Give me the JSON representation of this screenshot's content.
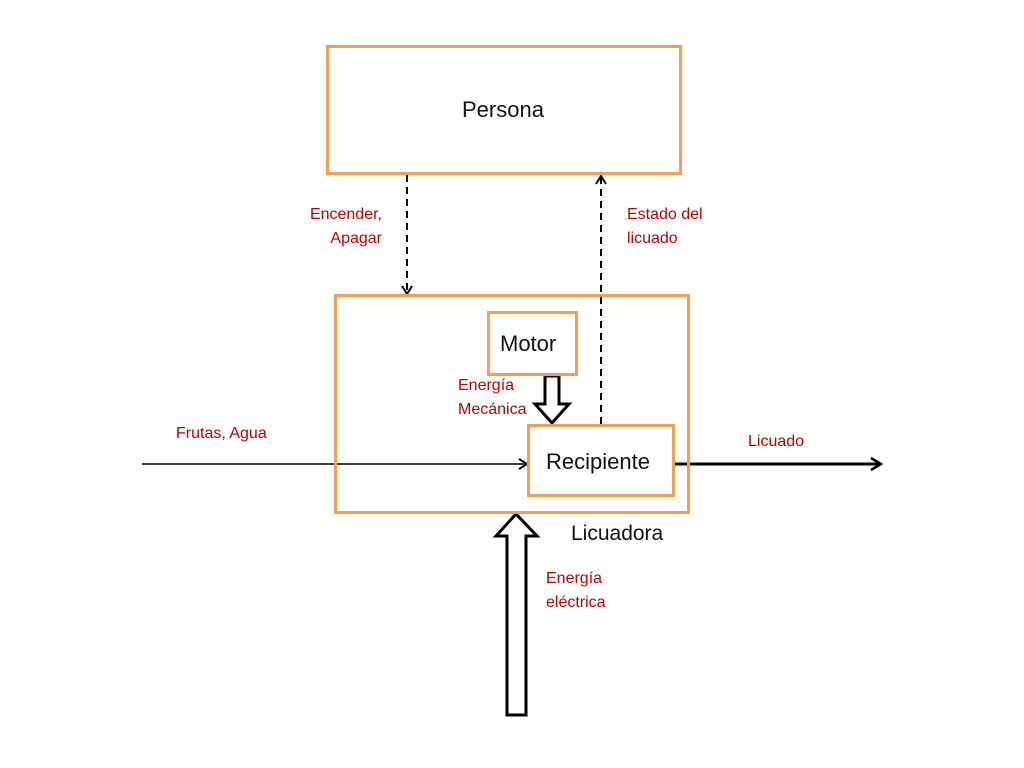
{
  "diagram": {
    "nodes": {
      "persona": "Persona",
      "motor": "Motor",
      "recipiente": "Recipiente",
      "licuadora": "Licuadora"
    },
    "edges": {
      "control": "Encender,\nApagar",
      "feedback": "Estado del\nlicuado",
      "mechanical": "Energía\nMecánica",
      "input": "Frutas, Agua",
      "output": "Licuado",
      "electrical": "Energía\neléctrica"
    },
    "colors": {
      "box_border": "#F0A050",
      "label_text": "#C00000",
      "line": "#000000"
    }
  }
}
